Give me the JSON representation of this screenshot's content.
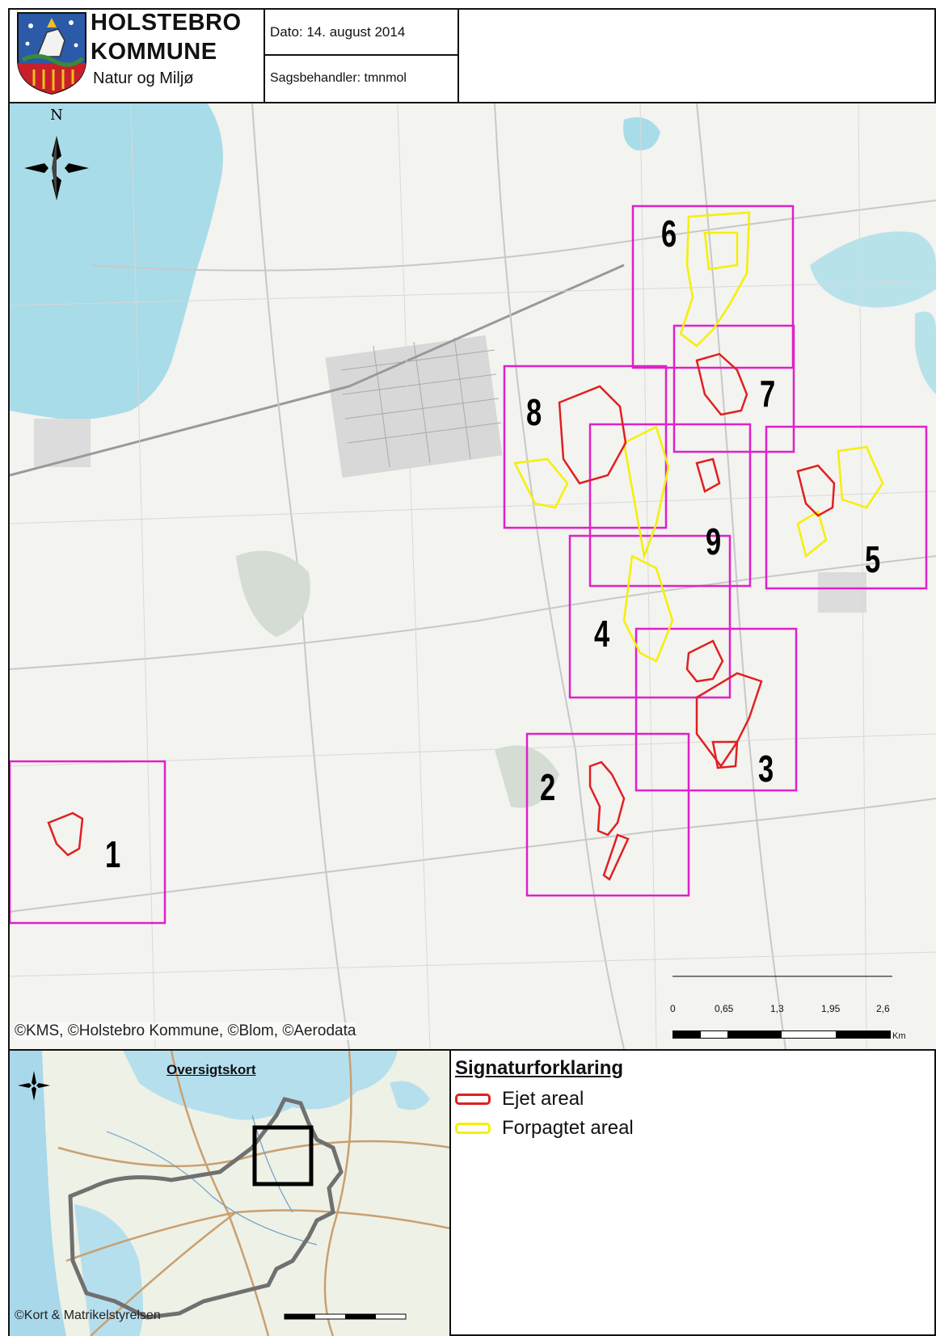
{
  "header": {
    "org_line1": "HOLSTEBRO",
    "org_line2": "KOMMUNE",
    "department": "Natur og Miljø",
    "date": "Dato: 14. august 2014",
    "case_handler": "Sagsbehandler: tmnmol"
  },
  "map": {
    "north_label": "N",
    "copyright": "©KMS, ©Holstebro Kommune, ©Blom, ©Aerodata",
    "scale_labels": [
      "0",
      "0,65",
      "1,3",
      "1,95",
      "2,6"
    ],
    "scale_unit": "Km",
    "areas": [
      {
        "id": "1",
        "label": "1"
      },
      {
        "id": "2",
        "label": "2"
      },
      {
        "id": "3",
        "label": "3"
      },
      {
        "id": "4",
        "label": "4"
      },
      {
        "id": "5",
        "label": "5"
      },
      {
        "id": "6",
        "label": "6"
      },
      {
        "id": "7",
        "label": "7"
      },
      {
        "id": "8",
        "label": "8"
      },
      {
        "id": "9",
        "label": "9"
      }
    ]
  },
  "overview": {
    "title": "Oversigtskort",
    "copyright": "©Kort & Matrikelstyrelsen"
  },
  "legend": {
    "title": "Signaturforklaring",
    "items": [
      {
        "label": "Ejet areal",
        "color": "#e02020"
      },
      {
        "label": "Forpagtet areal",
        "color": "#f5f000"
      }
    ]
  },
  "colors": {
    "area_box": "#e020c8",
    "owned": "#e02020",
    "leased": "#f5f000",
    "water": "#a8dce8"
  }
}
